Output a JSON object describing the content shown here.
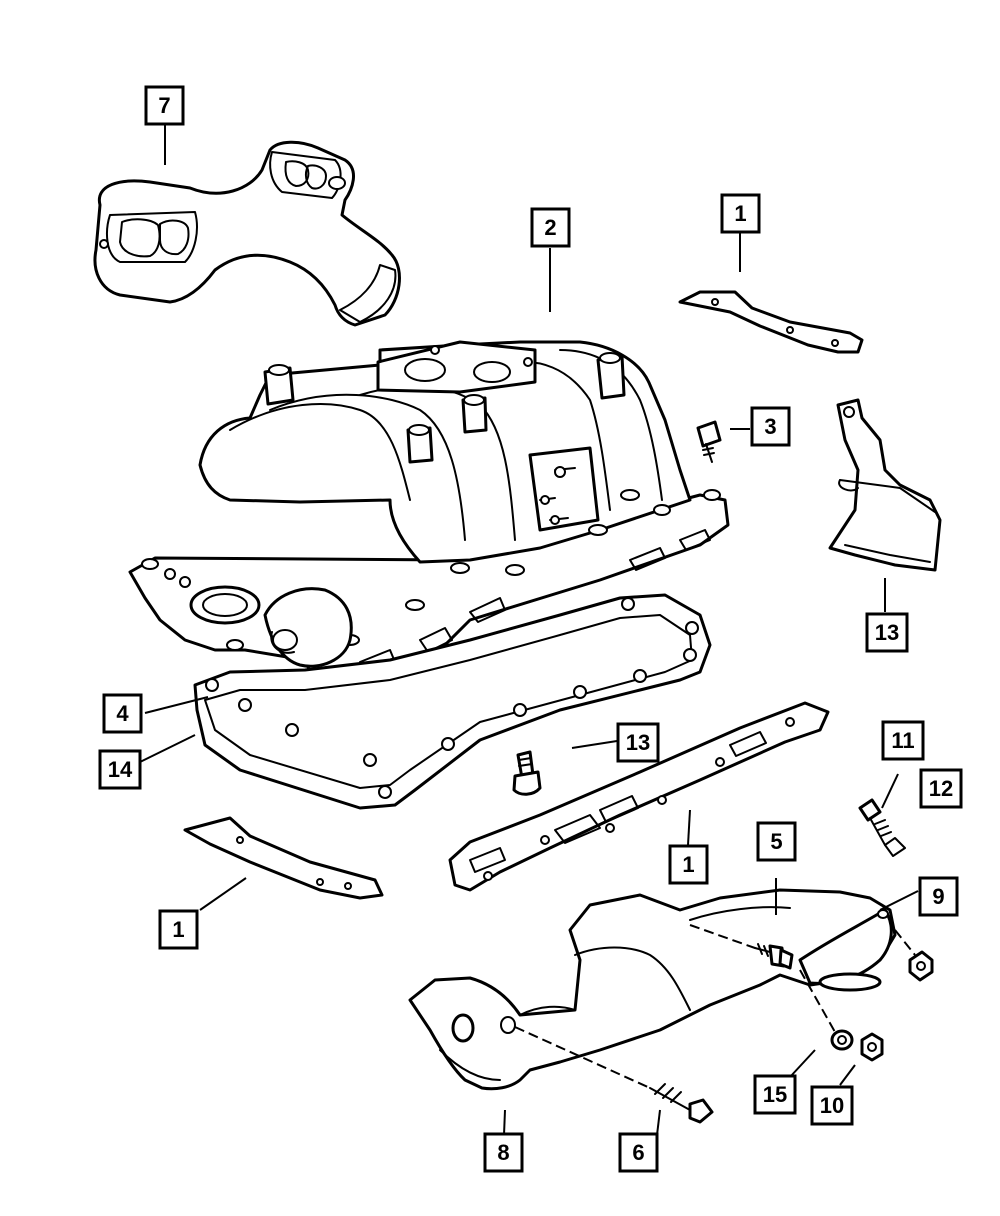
{
  "callouts": [
    {
      "id": "c7",
      "label": "7"
    },
    {
      "id": "c2",
      "label": "2"
    },
    {
      "id": "c1a",
      "label": "1"
    },
    {
      "id": "c3",
      "label": "3"
    },
    {
      "id": "c13a",
      "label": "13"
    },
    {
      "id": "c4",
      "label": "4"
    },
    {
      "id": "c14",
      "label": "14"
    },
    {
      "id": "c13b",
      "label": "13"
    },
    {
      "id": "c11",
      "label": "11"
    },
    {
      "id": "c12",
      "label": "12"
    },
    {
      "id": "c1b",
      "label": "1"
    },
    {
      "id": "c1c",
      "label": "1"
    },
    {
      "id": "c5",
      "label": "5"
    },
    {
      "id": "c9",
      "label": "9"
    },
    {
      "id": "c15",
      "label": "15"
    },
    {
      "id": "c10",
      "label": "10"
    },
    {
      "id": "c8",
      "label": "8"
    },
    {
      "id": "c6",
      "label": "6"
    }
  ]
}
